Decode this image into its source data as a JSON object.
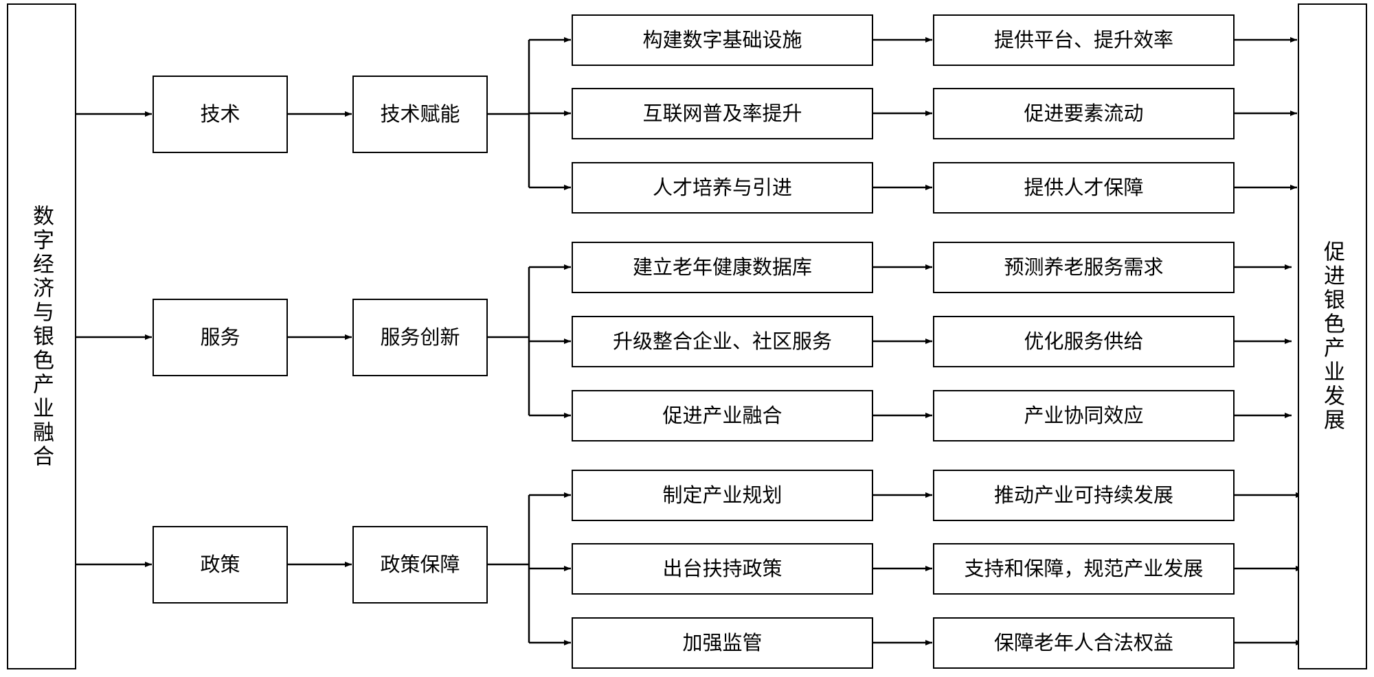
{
  "left_panel": {
    "label": "数字经济与银色产业融合"
  },
  "right_panel": {
    "label": "促进银色产业发展"
  },
  "dimensions": [
    {
      "name": "技术",
      "mechanism": "技术赋能",
      "paths": [
        {
          "action": "构建数字基础设施",
          "effect": "提供平台、提升效率"
        },
        {
          "action": "互联网普及率提升",
          "effect": "促进要素流动"
        },
        {
          "action": "人才培养与引进",
          "effect": "提供人才保障"
        }
      ]
    },
    {
      "name": "服务",
      "mechanism": "服务创新",
      "paths": [
        {
          "action": "建立老年健康数据库",
          "effect": "预测养老服务需求"
        },
        {
          "action": "升级整合企业、社区服务",
          "effect": "优化服务供给"
        },
        {
          "action": "促进产业融合",
          "effect": "产业协同效应"
        }
      ]
    },
    {
      "name": "政策",
      "mechanism": "政策保障",
      "paths": [
        {
          "action": "制定产业规划",
          "effect": "推动产业可持续发展"
        },
        {
          "action": "出台扶持政策",
          "effect": "支持和保障，规范产业发展"
        },
        {
          "action": "加强监管",
          "effect": "保障老年人合法权益"
        }
      ]
    }
  ]
}
